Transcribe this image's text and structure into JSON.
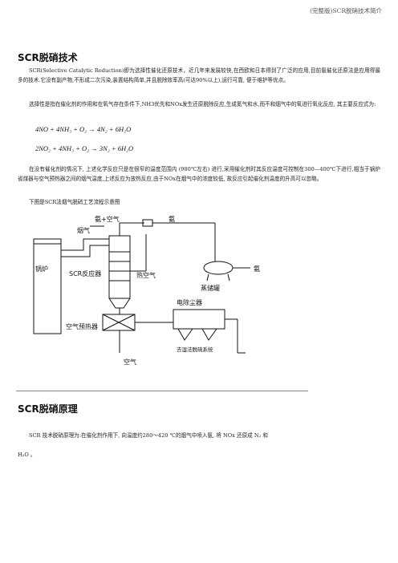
{
  "header": {
    "running_title": "(完整版)SCR脱硝技术简介"
  },
  "section1": {
    "title": "SCR脱硝技术",
    "intro": "SCR(Selective Catalytic Reduction)即为选择性催化还原技术，近几年来发展较快,在西欧和日本得到了广泛的应用,目前氨催化还原法是应用得最多的技术.它没有副产物,不形成二次污染,装置结构简单,并且脱除效率高(可达90%以上),运行可靠, 便于维护等优点。",
    "mechanism": "选择性是指在催化剂的作用和在氧气存在条件下,NH3优先和NOx发生还原脱除反应,生成氮气和水,而不和烟气中的氧进行氧化反应, 其主要反应式为:",
    "formula1": "4NO + 4NH₃ + O₂ → 4N₂ + 6H₂O",
    "formula2": "2NO₂ + 4NH₃ + O₂ → 3N₂ + 6H₂O",
    "temperature": "在没有催化剂的情况下, 上述化学反应只是在很窄的温度范围内 (980℃左右) 进行,采用催化剂时其反应温度可控制在300—400℃下进行,相当于锅炉省煤器与空气预热器之间的烟气温度,上述反应为放热反应,由于NOx在烟气中的浓度较低, 故反应引起催化剂温度的升高可以忽略。",
    "diagram_caption": "下图是SCR法烟气脱硝工艺流程示意图"
  },
  "diagram": {
    "labels": {
      "ammonia_air": "氨+空气",
      "ammonia": "氨",
      "flue_gas": "烟气",
      "boiler": "锅炉",
      "reactor": "SCR反应器",
      "hot_air": "热空气",
      "ammonia_side": "氨",
      "evaporator": "蒸储罐",
      "precipitator": "电除尘器",
      "air_preheater": "空气预热器",
      "desulfurization": "去湿法脱硫系统",
      "air": "空气"
    }
  },
  "section2": {
    "title": "SCR脱硝原理",
    "body": "SCR 技术脱硝原理为:在催化剂作用下, 向温度约280～420 ℃的烟气中喷入氨, 将 NOx 还原成 N₂ 和",
    "body_end": "H₂O 。"
  }
}
